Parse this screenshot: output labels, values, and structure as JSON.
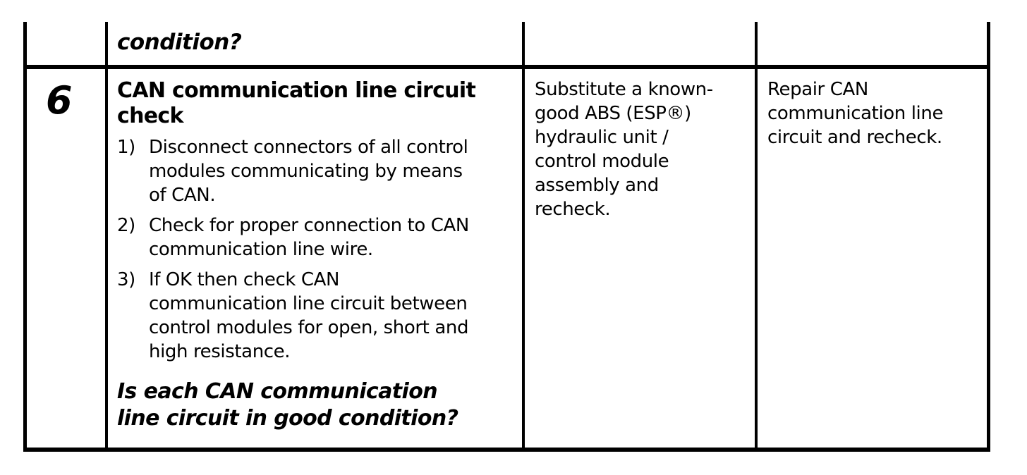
{
  "page": {
    "background_color": "#ffffff",
    "line_color": "#000000"
  },
  "table": {
    "previous_row": {
      "step_number": "",
      "procedure_tail": "condition?",
      "col3_text": "",
      "col4_text": ""
    },
    "main_row": {
      "step_number": "6",
      "procedure": {
        "title_lines": [
          "CAN communication line circuit",
          "check"
        ],
        "steps": [
          {
            "num": "1)",
            "lines": [
              "Disconnect connectors of all control",
              "modules communicating by means",
              "of CAN."
            ]
          },
          {
            "num": "2)",
            "lines": [
              "Check for proper connection to CAN",
              "communication line wire."
            ]
          },
          {
            "num": "3)",
            "lines": [
              "If OK then check CAN",
              "communication line circuit between",
              "control modules for open, short and",
              "high resistance."
            ]
          }
        ],
        "question_lines": [
          "Is each CAN communication",
          "line circuit in good condition?"
        ]
      },
      "substitute_action_lines": [
        "Substitute a known-",
        "good ABS (ESP®)",
        "hydraulic unit /",
        "control module",
        "assembly and",
        "recheck."
      ],
      "repair_action_lines": [
        "Repair CAN",
        "communication line",
        "circuit and recheck."
      ]
    }
  }
}
